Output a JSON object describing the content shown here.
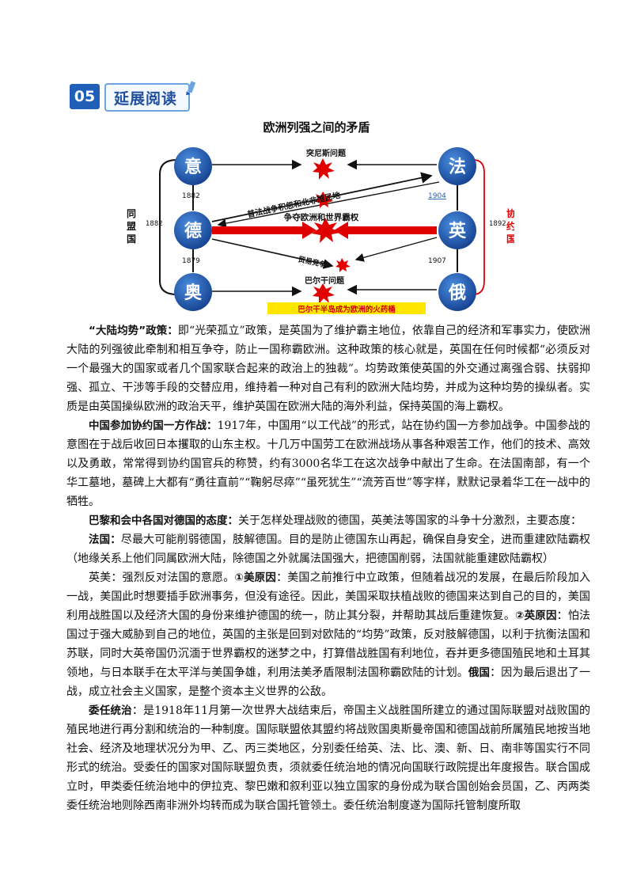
{
  "section": {
    "number": "05",
    "title": "延展阅读"
  },
  "diagram": {
    "title": "欧洲列强之间的矛盾",
    "nodes": {
      "italy": "意",
      "germany": "德",
      "austria": "奥",
      "france": "法",
      "britain": "英",
      "russia": "俄"
    },
    "years": {
      "it_de": "1882",
      "de_au": "1879",
      "alliance": "1882",
      "fr_br": "1904",
      "br_ru": "1907",
      "entente": "1892"
    },
    "conflicts": {
      "tunis": "突尼斯问题",
      "colonies": "普法战争积怨和北非殖民地",
      "hegemony": "争夺欧洲和世界霸权",
      "trade": "贸易竞争",
      "balkan": "巴尔干问题"
    },
    "triple_alliance": "同盟国",
    "entente_label": "协约国",
    "balkan_banner": "巴尔干半岛成为欧洲的火药桶"
  },
  "paragraphs": {
    "p1_bold": "“大陆均势”政策：",
    "p1": "即“光荣孤立”政策，是英国为了维护霸主地位，依靠自己的经济和军事实力，使欧洲大陆的列强彼此牵制和相互争夺，防止一国称霸欧洲。这种政策的核心就是，英国在任何时候都“必须反对一个最强大的国家或者几个国家联合起来的政治上的独裁”。均势政策使英国的外交通过离强合弱、扶弱抑强、孤立、干涉等手段的交替应用，维持着一种对自己有利的欧洲大陆均势，并成为这种均势的操纵者。实质是由英国操纵欧洲的政治天平，维护英国在欧洲大陆的海外利益，保持英国的海上霸权。",
    "p2_bold": "中国参加协约国一方作战：",
    "p2": "1917年，中国用“以工代战”的形式，站在协约国一方参加战争。中国参战的意图在于战后收回日本攫取的山东主权。十几万中国劳工在欧洲战场从事各种艰苦工作，他们的技术、高效以及勇敢，常常得到协约国官兵的称赞，约有3000名华工在这次战争中献出了生命。在法国南部，有一个华工墓地，墓碑上大都有“勇往直前”“鞠躬尽瘁”“虽死犹生”“流芳百世”等字样，默默记录着华工在一战中的牺牲。",
    "p3_bold": "巴黎和会中各国对德国的态度：",
    "p3": "关于怎样处理战败的德国，英美法等国家的斗争十分激烈，主要态度：",
    "p4_bold": "法国：",
    "p4": "尽最大可能削弱德国，肢解德国。目的是防止德国东山再起，确保自身安全，进而重建欧陆霸权（地缘关系上他们同属欧洲大陆，除德国之外就属法国强大，把德国削弱，法国就能重建欧陆霸权）",
    "p5_lead": "英美：强烈反对法国的意愿。",
    "p5_us": "①美原因",
    "p5_a": "：美国之前推行中立政策，但随着战况的发展，在最后阶段加入一战，美国此时想要插手欧洲事务，但没有途径。因此，美国采取扶植战败的德国来达到自己的目的，美国利用战胜国以及经济大国的身份来维护德国的统一，防止其分裂，并帮助其战后重建恢复。",
    "p5_uk": "②英原因",
    "p5_b": "：怕法国过于强大威胁到自己的地位，英国的主张是回到对欧陆的“均势”政策，反对肢解德国，以利于抗衡法国和苏联，同时大英帝国仍沉湎于世界霸权的迷梦之中，打算借战胜国有利地位，吞并更多德国殖民地和土耳其领地，与日本联手在太平洋与美国争雄，利用法美矛盾限制法国称霸欧陆的计划。",
    "p5_ru": "俄国",
    "p5_c": "：因为最后退出了一战，成立社会主义国家，是整个资本主义世界的公敌。",
    "p6_bold": "委任统治",
    "p6": "：是1918年11月第一次世界大战结束后，帝国主义战胜国所建立的通过国际联盟对战败国的殖民地进行再分割和统治的一种制度。国际联盟依其盟约将战败国奥斯曼帝国和德国战前所属殖民地按当地社会、经济及地理状况分为甲、乙、丙三类地区，分别委任给英、法、比、澳、新、日、南非等国实行不同形式的统治。受委任的国家对国际联盟负责，须就委任统治地的情况向国联行政院提出年度报告。联合国成立时，甲类委任统治地中的伊拉克、黎巴嫩和叙利亚以独立国家的身份成为联合国创始会员国，乙、丙两类委任统治地则除西南非洲外均转而成为联合国托管领土。委任统治制度遂为国际托管制度所取"
  }
}
